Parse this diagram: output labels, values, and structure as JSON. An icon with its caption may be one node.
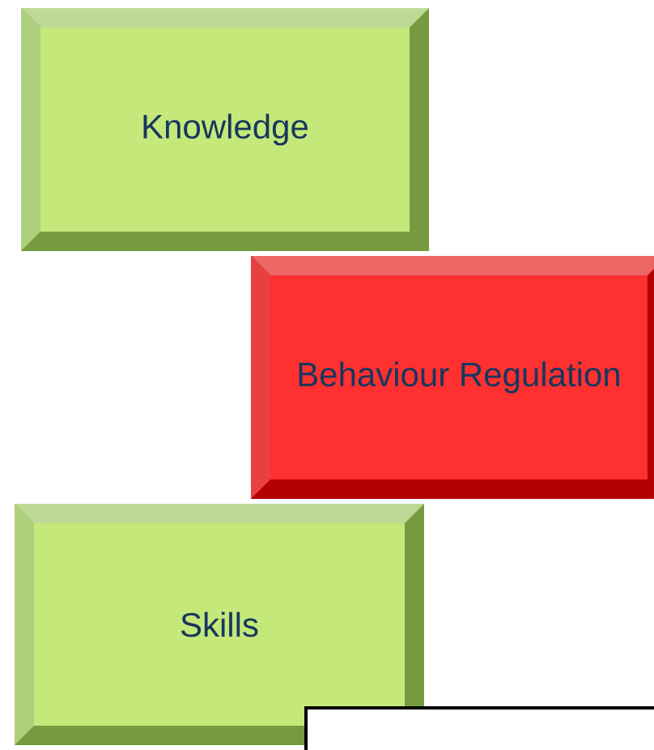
{
  "diagram": {
    "nodes": [
      {
        "text": [
          "Knowledge"
        ]
      },
      {
        "text": [
          "Behaviour Regulation"
        ]
      },
      {
        "text": [
          "Skills"
        ]
      }
    ]
  }
}
